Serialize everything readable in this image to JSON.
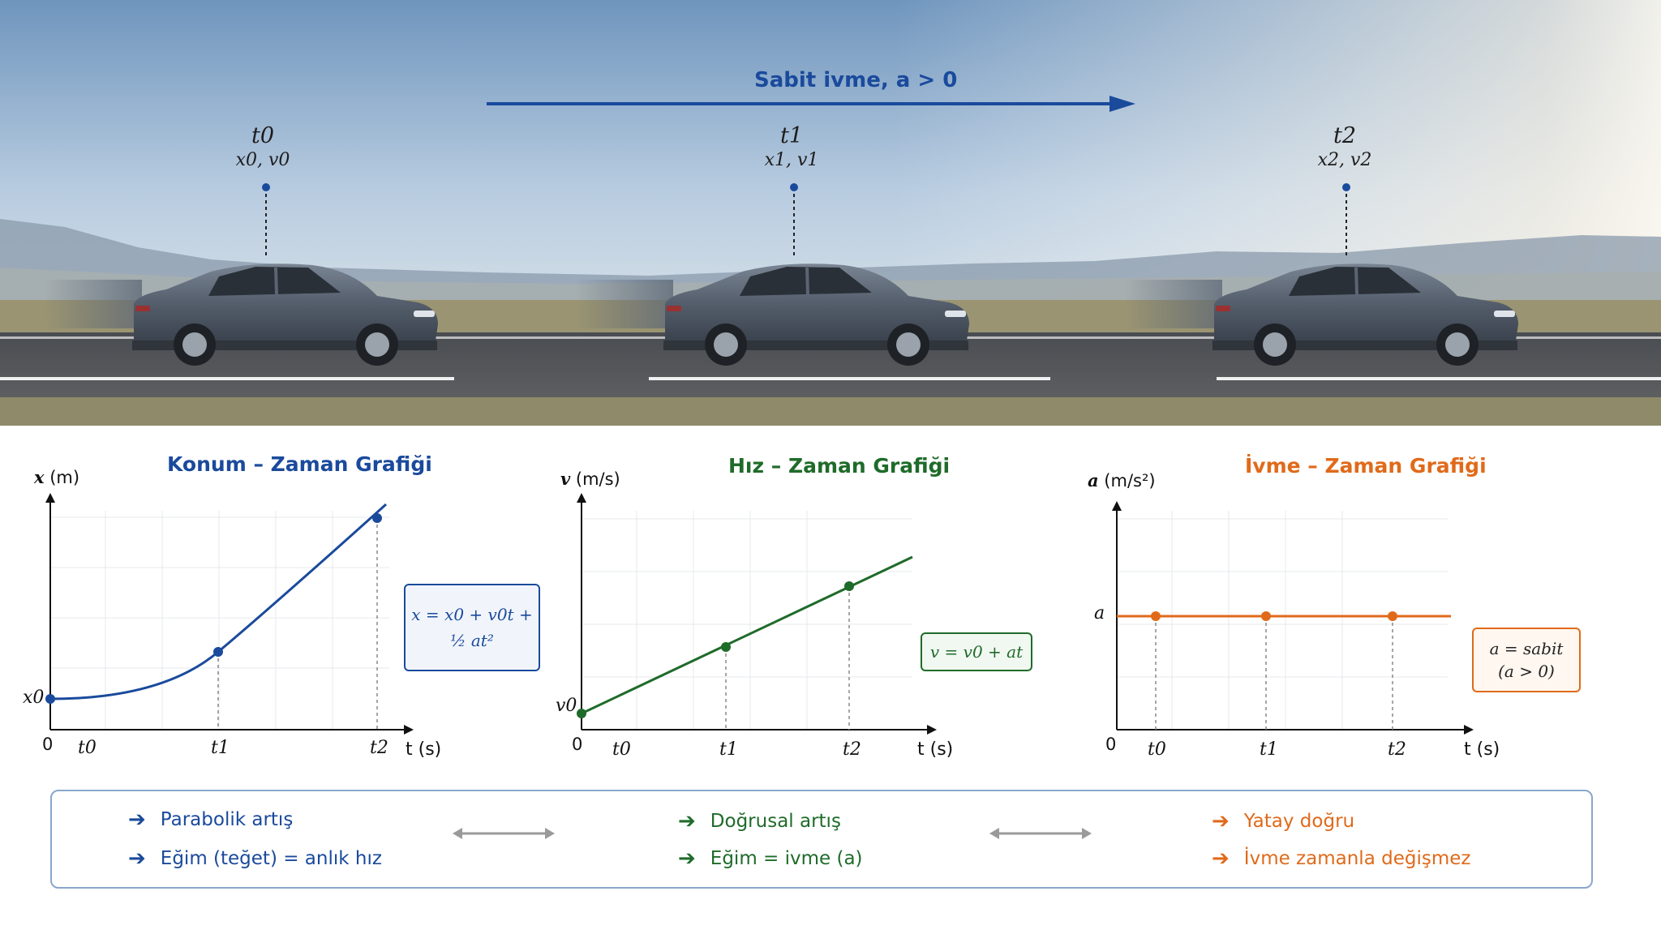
{
  "scene": {
    "title": "Sabit ivme, a > 0",
    "moments": [
      {
        "t": "t0",
        "xv": "x0, v0"
      },
      {
        "t": "t1",
        "xv": "x1, v1"
      },
      {
        "t": "t2",
        "xv": "x2, v2"
      }
    ]
  },
  "colors": {
    "position": "#1a4a9c",
    "velocity": "#1f6b2a",
    "acceleration": "#e06a1a"
  },
  "position_chart": {
    "title": "Konum – Zaman Grafiği",
    "ylabel_var": "x",
    "ylabel_unit": "(m)",
    "xlabel": "t (s)",
    "origin": "0",
    "y0_label": "x0",
    "ticks": [
      "t0",
      "t1",
      "t2"
    ],
    "formula_line1": "x = x0 + v0t +",
    "formula_line2": "½ at²"
  },
  "velocity_chart": {
    "title": "Hız – Zaman Grafiği",
    "ylabel_var": "v",
    "ylabel_unit": "(m/s)",
    "xlabel": "t (s)",
    "origin": "0",
    "y0_label": "v0",
    "ticks": [
      "t0",
      "t1",
      "t2"
    ],
    "formula": "v = v0 + at"
  },
  "acceleration_chart": {
    "title": "İvme – Zaman Grafiği",
    "ylabel_var": "a",
    "ylabel_unit": "(m/s²)",
    "xlabel": "t (s)",
    "origin": "0",
    "level_label": "a",
    "ticks": [
      "t0",
      "t1",
      "t2"
    ],
    "formula_line1": "a = sabit",
    "formula_line2": "(a > 0)"
  },
  "chart_data": [
    {
      "type": "line",
      "title": "Konum – Zaman Grafiği",
      "xlabel": "t (s)",
      "ylabel": "x (m)",
      "series": [
        {
          "shape": "parabola",
          "marked_points": [
            "x0 at t=0",
            "t1",
            "t2"
          ]
        }
      ]
    },
    {
      "type": "line",
      "title": "Hız – Zaman Grafiği",
      "xlabel": "t (s)",
      "ylabel": "v (m/s)",
      "series": [
        {
          "shape": "linear",
          "marked_points": [
            "v0 at t=0",
            "t1",
            "t2"
          ]
        }
      ]
    },
    {
      "type": "line",
      "title": "İvme – Zaman Grafiği",
      "xlabel": "t (s)",
      "ylabel": "a (m/s²)",
      "series": [
        {
          "shape": "constant",
          "marked_points": [
            "t0",
            "t1",
            "t2"
          ]
        }
      ]
    }
  ],
  "legend": {
    "col1": [
      "Parabolik artış",
      "Eğim (teğet) = anlık hız"
    ],
    "col2": [
      "Doğrusal artış",
      "Eğim = ivme (a)"
    ],
    "col3": [
      "Yatay doğru",
      "İvme zamanla değişmez"
    ]
  }
}
